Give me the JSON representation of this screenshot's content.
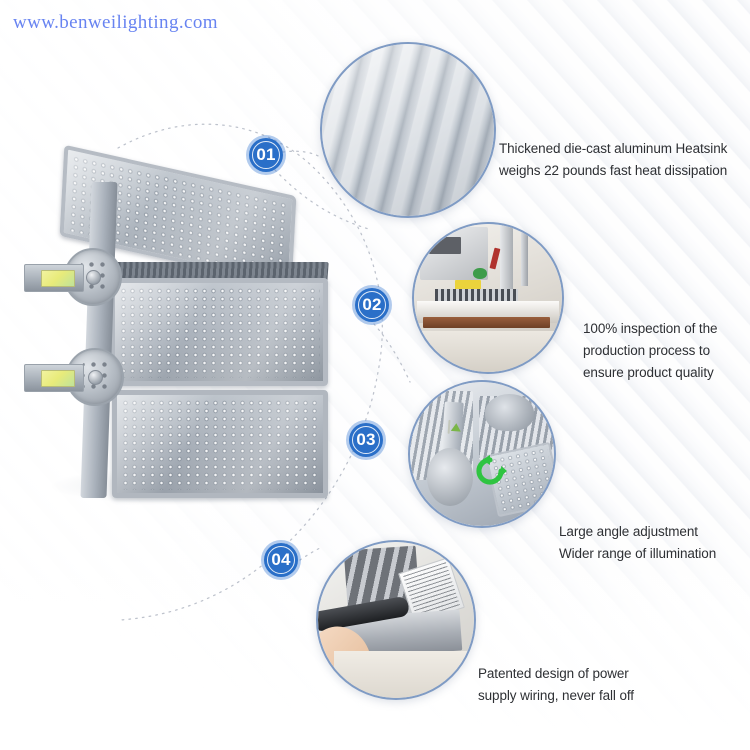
{
  "page": {
    "title": "LED Flood Light Feature Infographic",
    "watermark": "www.benweilighting.com",
    "background": "#ffffff",
    "accent_color": "#2a6fc8",
    "circle_border_color": "#7f9bc4",
    "caption_color": "#2e3034",
    "watermark_color": "#5b79f0"
  },
  "product": {
    "name": "modular-led-flood-light",
    "description": "Multi-module LED flood light with adjustable bracket",
    "panel_count": 3
  },
  "features": [
    {
      "number": "01",
      "photo_name": "heatsink-fins-photo",
      "caption": "Thickened die-cast aluminum Heatsink\nweighs 22 pounds fast  heat dissipation"
    },
    {
      "number": "02",
      "photo_name": "production-inspection-photo",
      "caption": "100% inspection of  the\nproduction process  to\nensure product quality"
    },
    {
      "number": "03",
      "photo_name": "angle-adjustment-photo",
      "caption": "Large angle adjustment\nWider range of illumination"
    },
    {
      "number": "04",
      "photo_name": "power-wiring-photo",
      "caption": "Patented design of power\nsupply wiring, never fall off"
    }
  ]
}
